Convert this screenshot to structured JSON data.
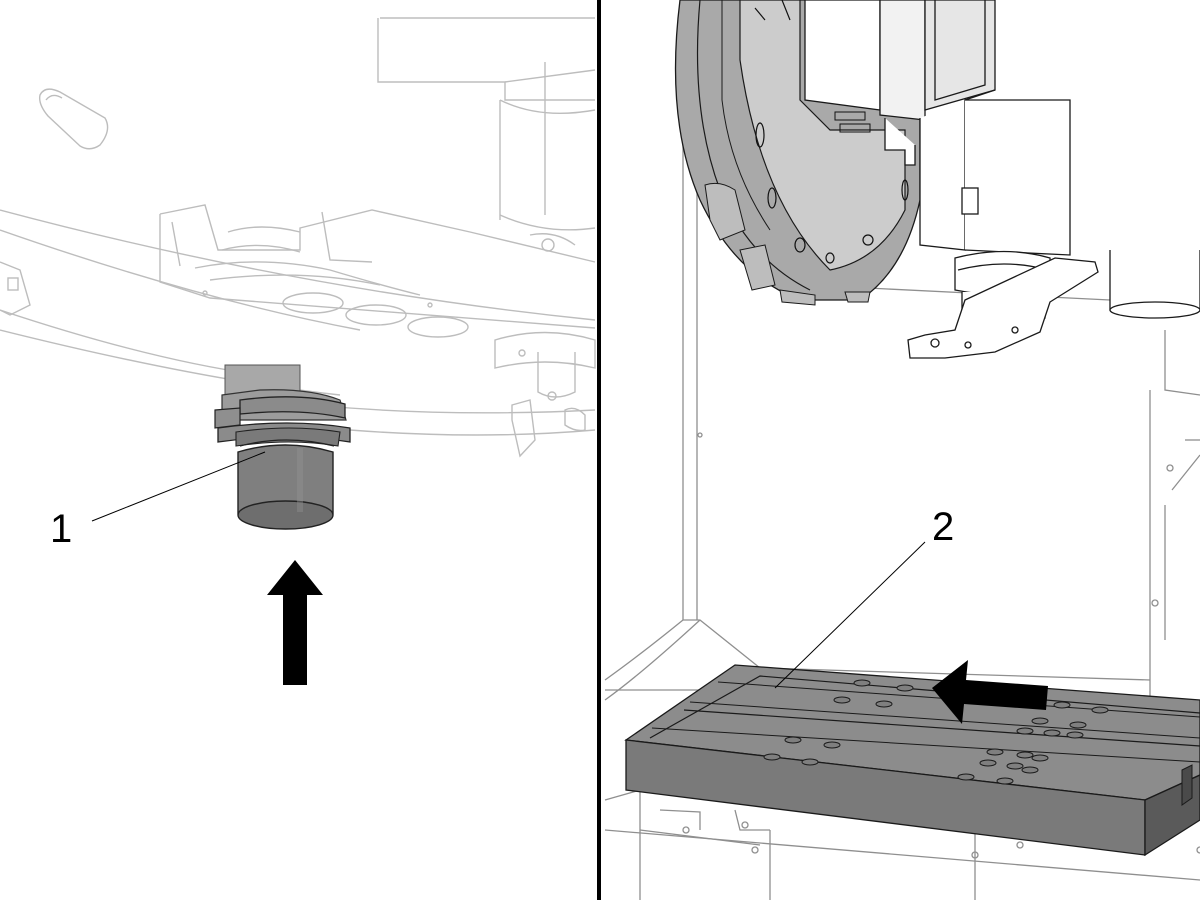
{
  "panels": [
    {
      "id": "left",
      "callout": {
        "label": "1"
      },
      "arrow_direction": "up"
    },
    {
      "id": "right",
      "callout": {
        "label": "2"
      },
      "arrow_direction": "left"
    }
  ],
  "colors": {
    "line_light": "#b8b8b8",
    "line_mid": "#8a8a8a",
    "line_dark": "#1a1a1a",
    "part_gray": "#7f7f7f",
    "part_gray_light": "#9a9a9a",
    "part_gray_dark": "#4a4a4a",
    "disc_gray": "#a9a9a9",
    "divider": "#000000",
    "arrow": "#000000"
  }
}
